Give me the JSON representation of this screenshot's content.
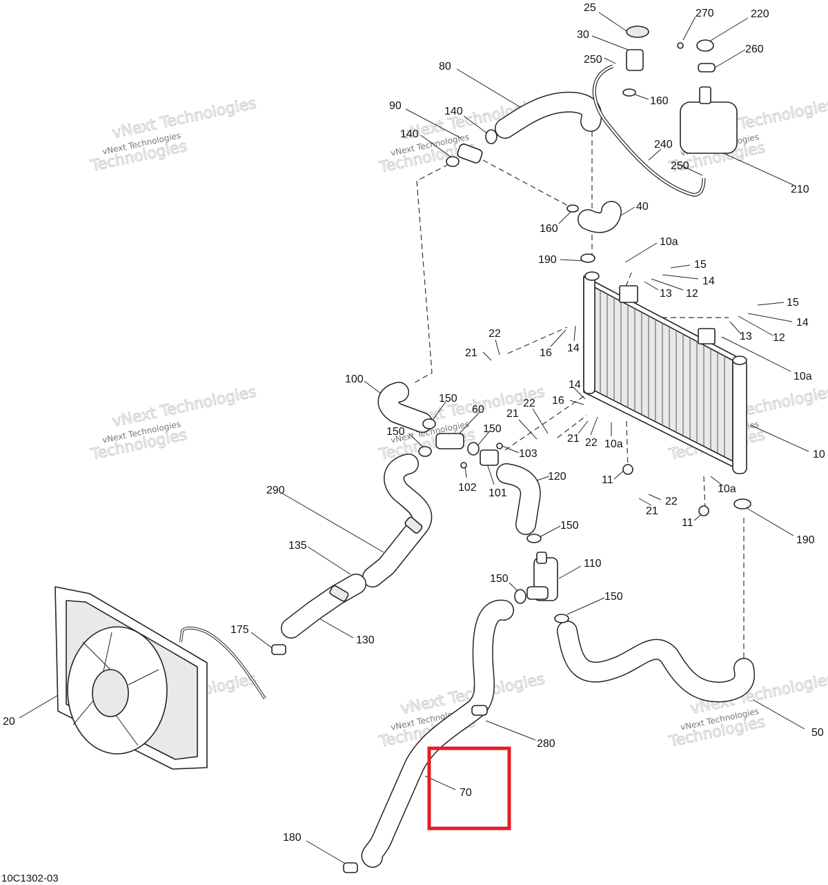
{
  "diagram": {
    "reference": "10C1302-03",
    "watermark": {
      "line1": "vNext Technologies",
      "line2": "Technologies"
    },
    "highlight_color": "#e31e24",
    "callouts": [
      "25",
      "30",
      "250",
      "80",
      "90",
      "140",
      "140",
      "160",
      "240",
      "250",
      "210",
      "270",
      "220",
      "260",
      "40",
      "160",
      "190",
      "10a",
      "15",
      "14",
      "13",
      "12",
      "15",
      "14",
      "13",
      "12",
      "10a",
      "22",
      "21",
      "16",
      "14",
      "14",
      "16",
      "22",
      "21",
      "21",
      "22",
      "10a",
      "100",
      "150",
      "60",
      "150",
      "150",
      "103",
      "102",
      "101",
      "120",
      "10",
      "11",
      "10a",
      "22",
      "21",
      "11",
      "190",
      "290",
      "135",
      "150",
      "110",
      "150",
      "150",
      "175",
      "130",
      "20",
      "280",
      "70",
      "180",
      "50"
    ]
  }
}
